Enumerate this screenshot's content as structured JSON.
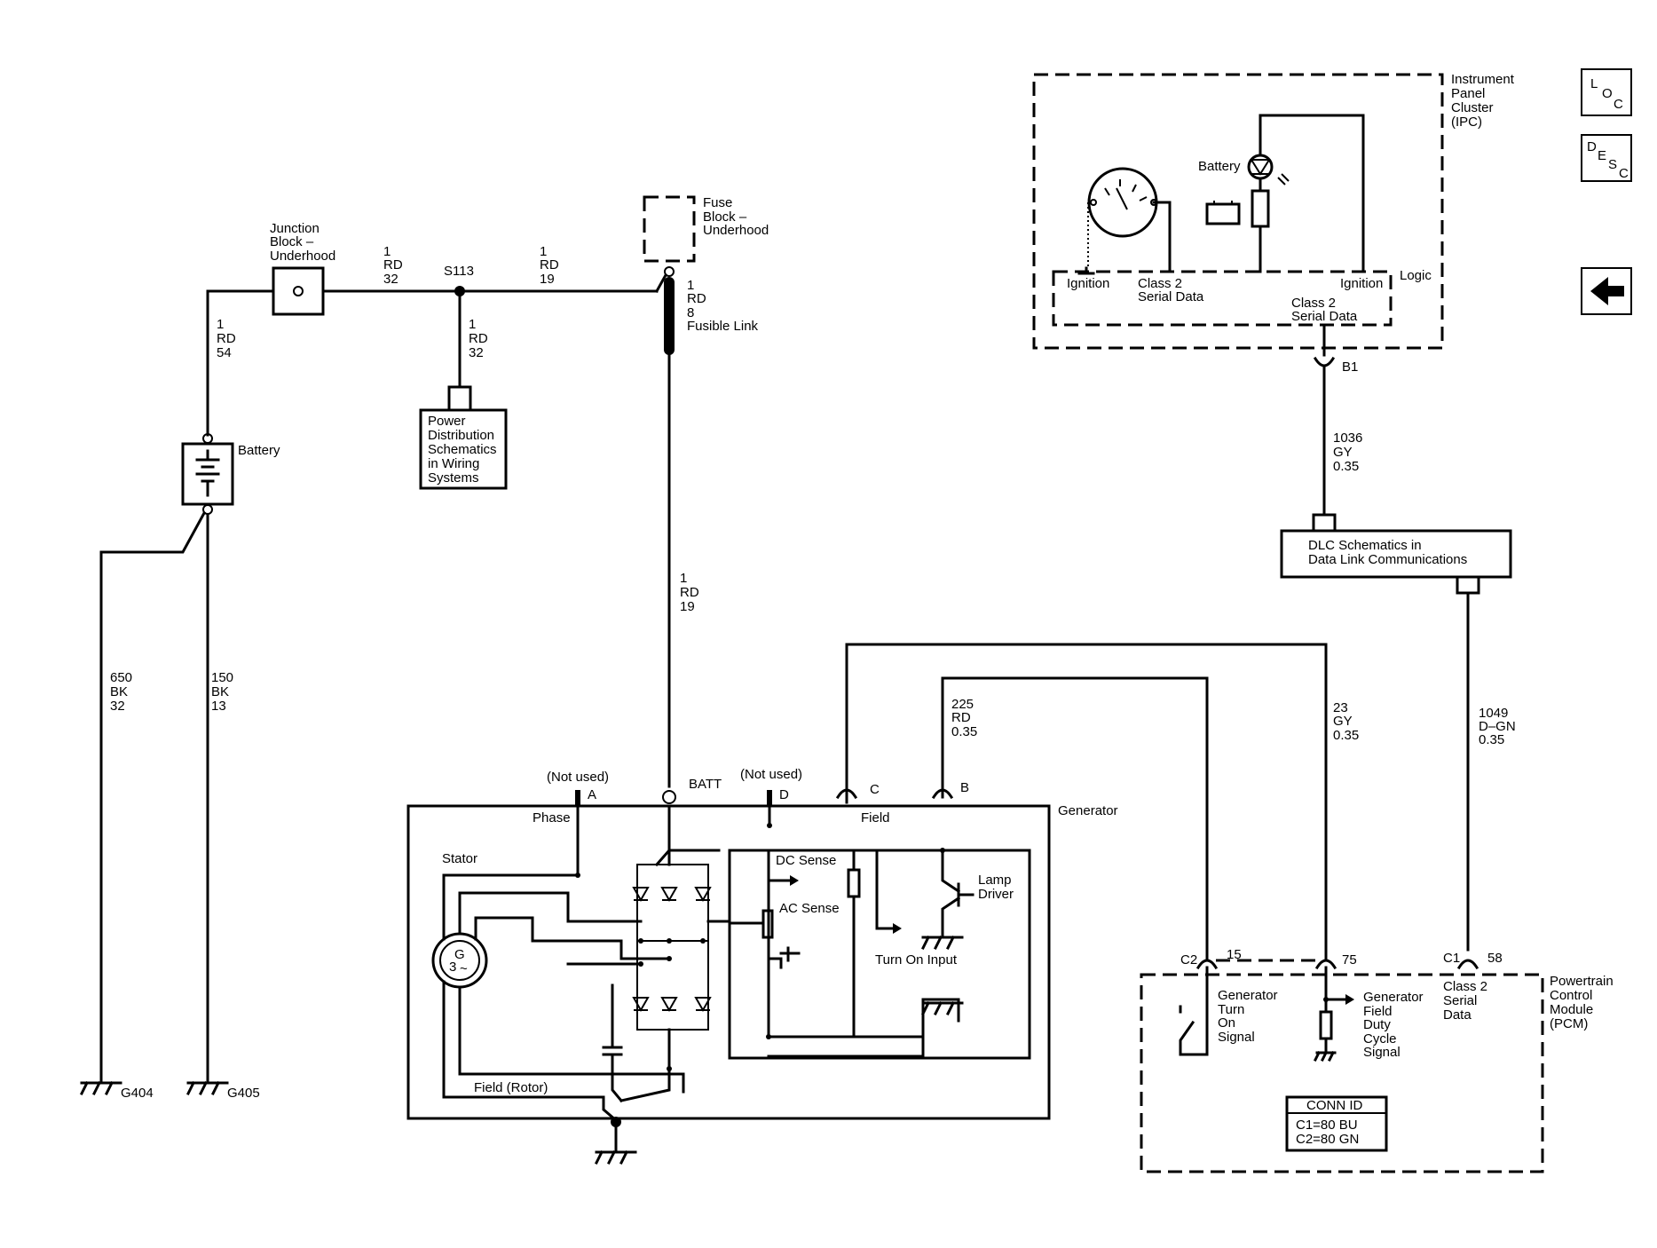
{
  "nav": {
    "loc": [
      "L",
      "O",
      "C"
    ],
    "desc": [
      "D",
      "E",
      "S",
      "C"
    ]
  },
  "ipc": {
    "title": [
      "Instrument",
      "Panel",
      "Cluster",
      "(IPC)"
    ],
    "battery_label": "Battery",
    "ignition_left": "Ignition",
    "class2_left": [
      "Class 2",
      "Serial Data"
    ],
    "ignition_right": "Ignition",
    "logic": "Logic",
    "class2_right": [
      "Class 2",
      "Serial Data"
    ],
    "connector": "B1"
  },
  "wire_1036": [
    "1036",
    "GY",
    "0.35"
  ],
  "dlc": [
    "DLC Schematics in",
    "Data Link Communications"
  ],
  "wire_1049": [
    "1049",
    "D–GN",
    "0.35"
  ],
  "junction_block": [
    "Junction",
    "Block –",
    "Underhood"
  ],
  "fuse_block": [
    "Fuse",
    "Block –",
    "Underhood"
  ],
  "wire_1_rd_32": [
    "1",
    "RD",
    "32"
  ],
  "splice": "S113",
  "wire_1_rd_19_top": [
    "1",
    "RD",
    "19"
  ],
  "wire_1_rd_8": [
    "1",
    "RD",
    "8",
    "Fusible Link"
  ],
  "wire_1_rd_54": [
    "1",
    "RD",
    "54"
  ],
  "wire_1_rd_32_down": [
    "1",
    "RD",
    "32"
  ],
  "power_dist": [
    "Power",
    "Distribution",
    "Schematics",
    "in Wiring",
    "Systems"
  ],
  "battery": "Battery",
  "wire_1_rd_19_mid": [
    "1",
    "RD",
    "19"
  ],
  "wire_650": [
    "650",
    "BK",
    "32"
  ],
  "wire_150": [
    "150",
    "BK",
    "13"
  ],
  "ground_g404": "G404",
  "ground_g405": "G405",
  "wire_225": [
    "225",
    "RD",
    "0.35"
  ],
  "wire_23": [
    "23",
    "GY",
    "0.35"
  ],
  "generator": {
    "title": "Generator",
    "not_used_a": "(Not used)",
    "pin_a": "A",
    "batt": "BATT",
    "not_used_d": "(Not used)",
    "pin_d": "D",
    "pin_c": "C",
    "pin_b": "B",
    "phase": "Phase",
    "field": "Field",
    "stator": "Stator",
    "dc_sense": "DC Sense",
    "ac_sense": "AC Sense",
    "lamp_driver": [
      "Lamp",
      "Driver"
    ],
    "turn_on_input": "Turn On Input",
    "field_rotor": "Field (Rotor)",
    "g_symbol": "G",
    "g_phase": "3",
    "g_tilde": "~"
  },
  "pcm": {
    "title": [
      "Powertrain",
      "Control",
      "Module",
      "(PCM)"
    ],
    "c2": "C2",
    "pin15": "15",
    "pin75": "75",
    "c1": "C1",
    "pin58": "58",
    "gen_turn_on": [
      "Generator",
      "Turn",
      "On",
      "Signal"
    ],
    "gen_field": [
      "Generator",
      "Field",
      "Duty",
      "Cycle",
      "Signal"
    ],
    "class2": [
      "Class 2",
      "Serial",
      "Data"
    ],
    "conn_id_title": "CONN ID",
    "conn_id_rows": [
      "C1=80 BU",
      "C2=80 GN"
    ]
  }
}
